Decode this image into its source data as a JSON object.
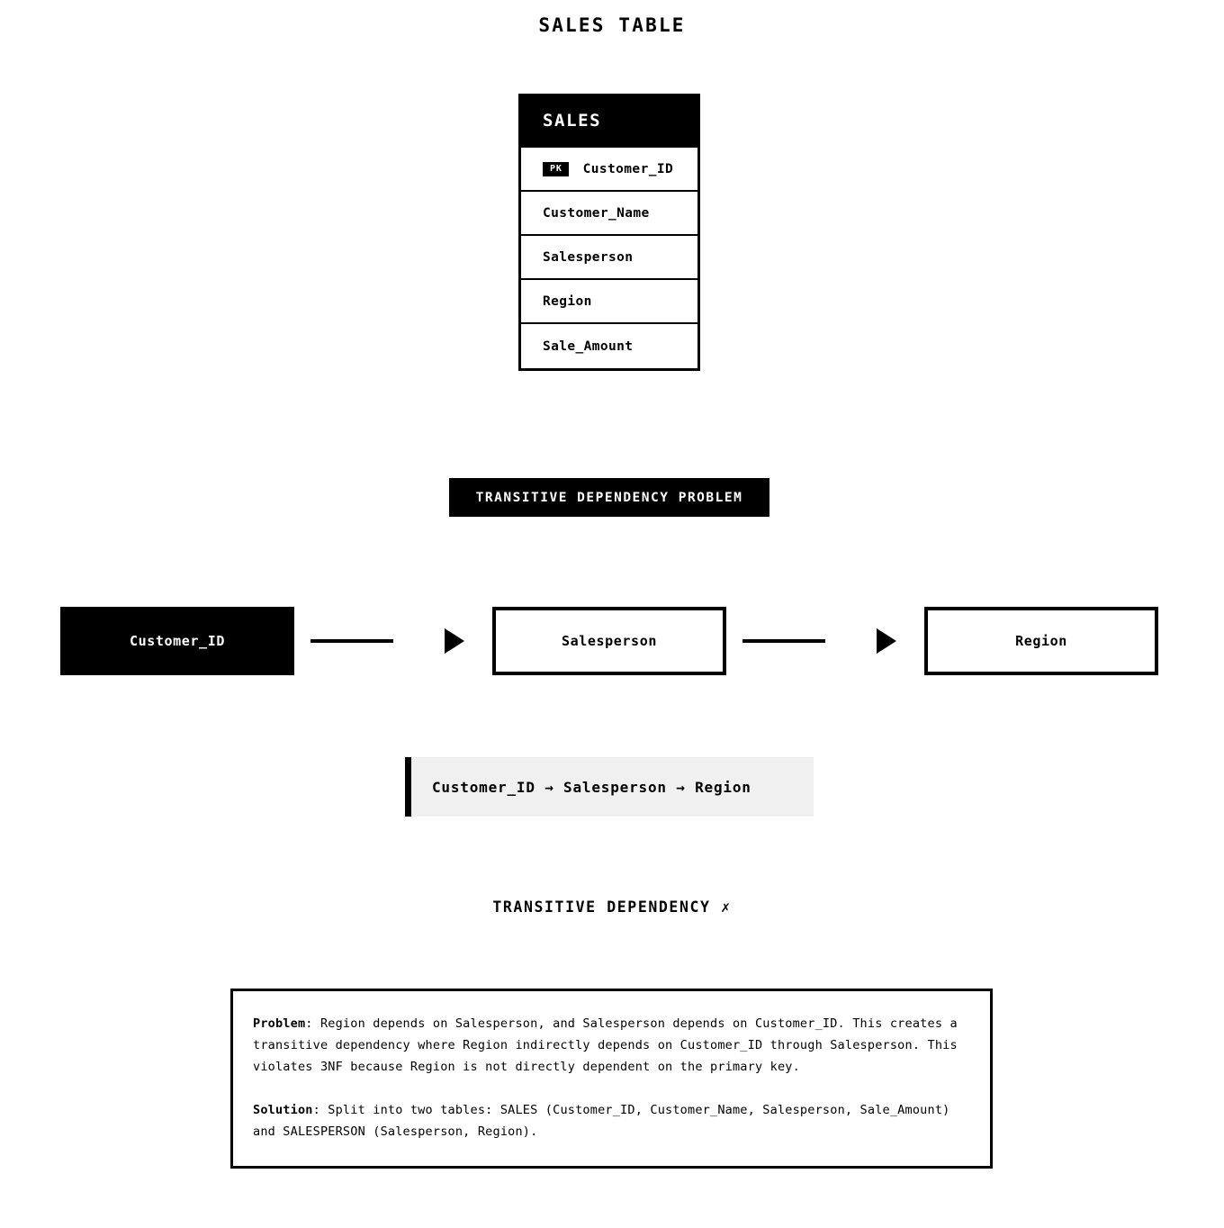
{
  "page": {
    "title": "SALES TABLE"
  },
  "entity_card": {
    "name": "SALES",
    "rows": [
      {
        "badge": "PK",
        "label": "Customer_ID"
      },
      {
        "badge": "",
        "label": "Customer_Name"
      },
      {
        "badge": "",
        "label": "Salesperson"
      },
      {
        "badge": "",
        "label": "Region"
      },
      {
        "badge": "",
        "label": "Sale_Amount"
      }
    ]
  },
  "banner": {
    "label": "TRANSITIVE DEPENDENCY PROBLEM"
  },
  "chain": {
    "boxes": [
      {
        "label": "Customer_ID",
        "style": "filled"
      },
      {
        "label": "Salesperson",
        "style": "outline"
      },
      {
        "label": "Region",
        "style": "outline"
      }
    ],
    "arrows": [
      {
        "name": "arrow-right-icon"
      },
      {
        "name": "arrow-right-icon"
      }
    ]
  },
  "notation": {
    "text": "Customer_ID  →  Salesperson  →  Region"
  },
  "verdict": {
    "text": "TRANSITIVE DEPENDENCY ✗"
  },
  "explanation": {
    "problem_label": "Problem",
    "problem_text": ": Region depends on Salesperson, and Salesperson depends on Customer_ID. This creates a transitive dependency where Region indirectly depends on Customer_ID through Salesperson. This violates 3NF because Region is not directly dependent on the primary key.",
    "solution_label": "Solution",
    "solution_text": ": Split into two tables: SALES (Customer_ID, Customer_Name, Salesperson, Sale_Amount) and SALESPERSON (Salesperson, Region)."
  },
  "colors": {
    "ink": "#000000",
    "paper": "#ffffff",
    "notation_bg": "#f0f0f0"
  }
}
